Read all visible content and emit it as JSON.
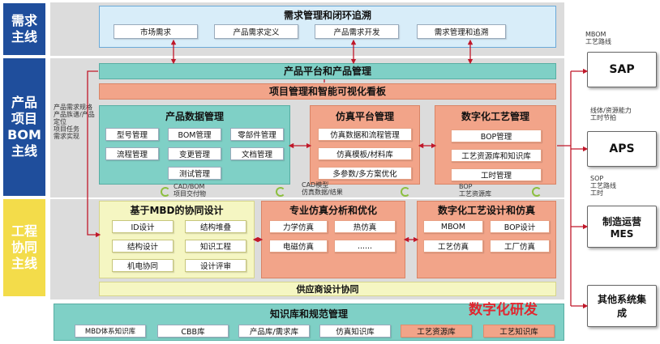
{
  "lanes": {
    "demand": "需求\n主线",
    "product": "产品\n项目\nBOM\n主线",
    "engineering": "工程\n协同\n主线"
  },
  "demand": {
    "title": "需求管理和闭环追溯",
    "items": [
      "市场需求",
      "产品需求定义",
      "产品需求开发",
      "需求管理和追溯"
    ]
  },
  "platform_bar": "产品平台和产品管理",
  "project_bar": "项目管理和智能可视化看板",
  "pdm": {
    "title": "产品数据管理",
    "items": [
      "型号管理",
      "BOM管理",
      "零部件管理",
      "流程管理",
      "变更管理",
      "文档管理",
      "测试管理"
    ]
  },
  "sim_platform": {
    "title": "仿真平台管理",
    "items": [
      "仿真数据和流程管理",
      "仿真模板/材料库",
      "多参数/多方案优化"
    ]
  },
  "digital_process": {
    "title": "数字化工艺管理",
    "items": [
      "BOP管理",
      "工艺资源库和知识库",
      "工时管理"
    ]
  },
  "left_note": "产品需求规格\n产品族谱/产品\n定位\n项目任务\n需求实现",
  "flow_notes": {
    "cad_bom": "CAD/BOM\n项目交付物",
    "cad_model": "CAD模型\n仿真数据/结果",
    "bop": "BOP\n工艺资源库"
  },
  "mbd": {
    "title": "基于MBD的协同设计",
    "items": [
      "ID设计",
      "结构堆叠",
      "结构设计",
      "知识工程",
      "机电协同",
      "设计评审"
    ]
  },
  "pro_sim": {
    "title": "专业仿真分析和优化",
    "items": [
      "力学仿真",
      "热仿真",
      "电磁仿真",
      "......"
    ]
  },
  "dig_design": {
    "title": "数字化工艺设计和仿真",
    "items": [
      "MBOM",
      "BOP设计",
      "工艺仿真",
      "工厂仿真"
    ]
  },
  "supplier_bar": "供应商设计协同",
  "knowledge": {
    "title": "知识库和规范管理",
    "items": [
      "MBD体系知识库",
      "CBB库",
      "产品库/需求库",
      "仿真知识库",
      "工艺资源库",
      "工艺知识库"
    ]
  },
  "watermark": "数字化研发",
  "right_systems": [
    {
      "name": "SAP",
      "note": "MBOM\n工艺路线"
    },
    {
      "name": "APS",
      "note": "线体/资源能力\n工时节拍"
    },
    {
      "name": "制造运营\nMES",
      "note": "SOP\n工艺路线\n工时"
    },
    {
      "name": "其他系统集\n成",
      "note": ""
    }
  ],
  "colors": {
    "lane_blue": "#1f4e9c",
    "lane_yellow": "#f3dc4a",
    "teal": "#7fd0c6",
    "salmon": "#f2a489",
    "green_panel": "#f5f6c2",
    "arrow_red": "#c0182a"
  }
}
